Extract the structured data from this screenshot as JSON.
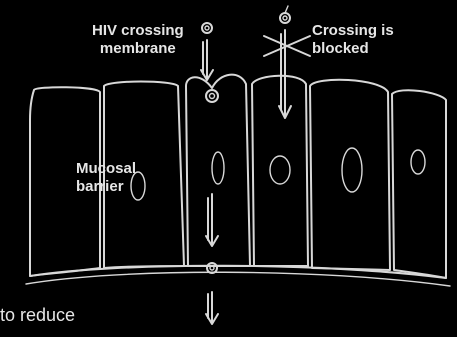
{
  "labels": {
    "hiv_crossing": [
      "HIV crossing",
      "membrane"
    ],
    "crossing_blocked": [
      "Crossing is",
      "blocked"
    ],
    "mucosal_barrier": [
      "Mucosal",
      "barrier"
    ]
  },
  "cutoff_text": "to reduce",
  "colors": {
    "background": "#000000",
    "line": "#d8d8d8",
    "text": "#e6e6e6"
  },
  "icons": {
    "virus": "virus-particle-icon",
    "blocked": "blocked-x-mark-icon"
  }
}
